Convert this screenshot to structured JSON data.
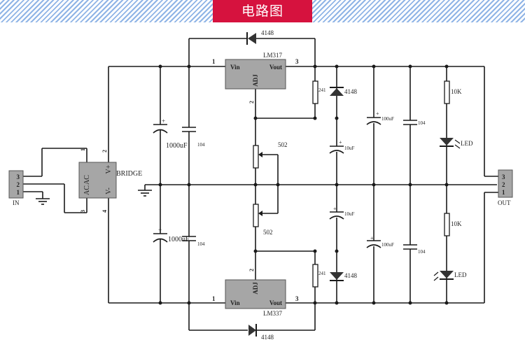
{
  "header": {
    "title": "电路图"
  },
  "colors": {
    "header_bg": "#d6123e",
    "stripe": "#8fb4e6",
    "ic_fill": "#a6a6a6",
    "wire": "#1a1a1a"
  },
  "connectors": {
    "input": {
      "label": "IN",
      "pins": [
        "3",
        "2",
        "1"
      ]
    },
    "output": {
      "label": "OUT",
      "pins": [
        "3",
        "2",
        "1"
      ]
    }
  },
  "bridge": {
    "label": "BRIDGE",
    "pin_ac1": "AC",
    "pin_ac2": "AC",
    "pin_vplus": "V+",
    "pin_vminus": "V-",
    "pin_numbers": {
      "ac1": "1",
      "vplus": "2",
      "ac2": "3",
      "vminus": "4"
    }
  },
  "regulators": {
    "positive": {
      "name": "LM317",
      "vin": "Vin",
      "vout": "Vout",
      "adj": "ADJ",
      "pin_in": "1",
      "pin_adj": "2",
      "pin_out": "3"
    },
    "negative": {
      "name": "LM337",
      "vin": "Vin",
      "vout": "Vout",
      "adj": "ADJ",
      "pin_in": "1",
      "pin_adj": "2",
      "pin_out": "3"
    }
  },
  "components": {
    "c_bulk_top": "1000uF",
    "c_bulk_bot": "1000uF",
    "c_cer_top": "104",
    "c_cer_bot": "104",
    "d_bypass_top": "4148",
    "d_bypass_bot": "4148",
    "r_set_top": "241",
    "r_set_bot": "241",
    "d_prot_top": "4148",
    "d_prot_bot": "4148",
    "pot_top": "502",
    "pot_bot": "502",
    "c_adj_top": "10uF",
    "c_adj_bot": "10uF",
    "c_out_top": "100uF",
    "c_out_bot": "100uF",
    "c_out_cer_top": "104",
    "c_out_cer_bot": "104",
    "r_led_top": "10K",
    "r_led_bot": "10K",
    "led_top": "LED",
    "led_bot": "LED"
  }
}
